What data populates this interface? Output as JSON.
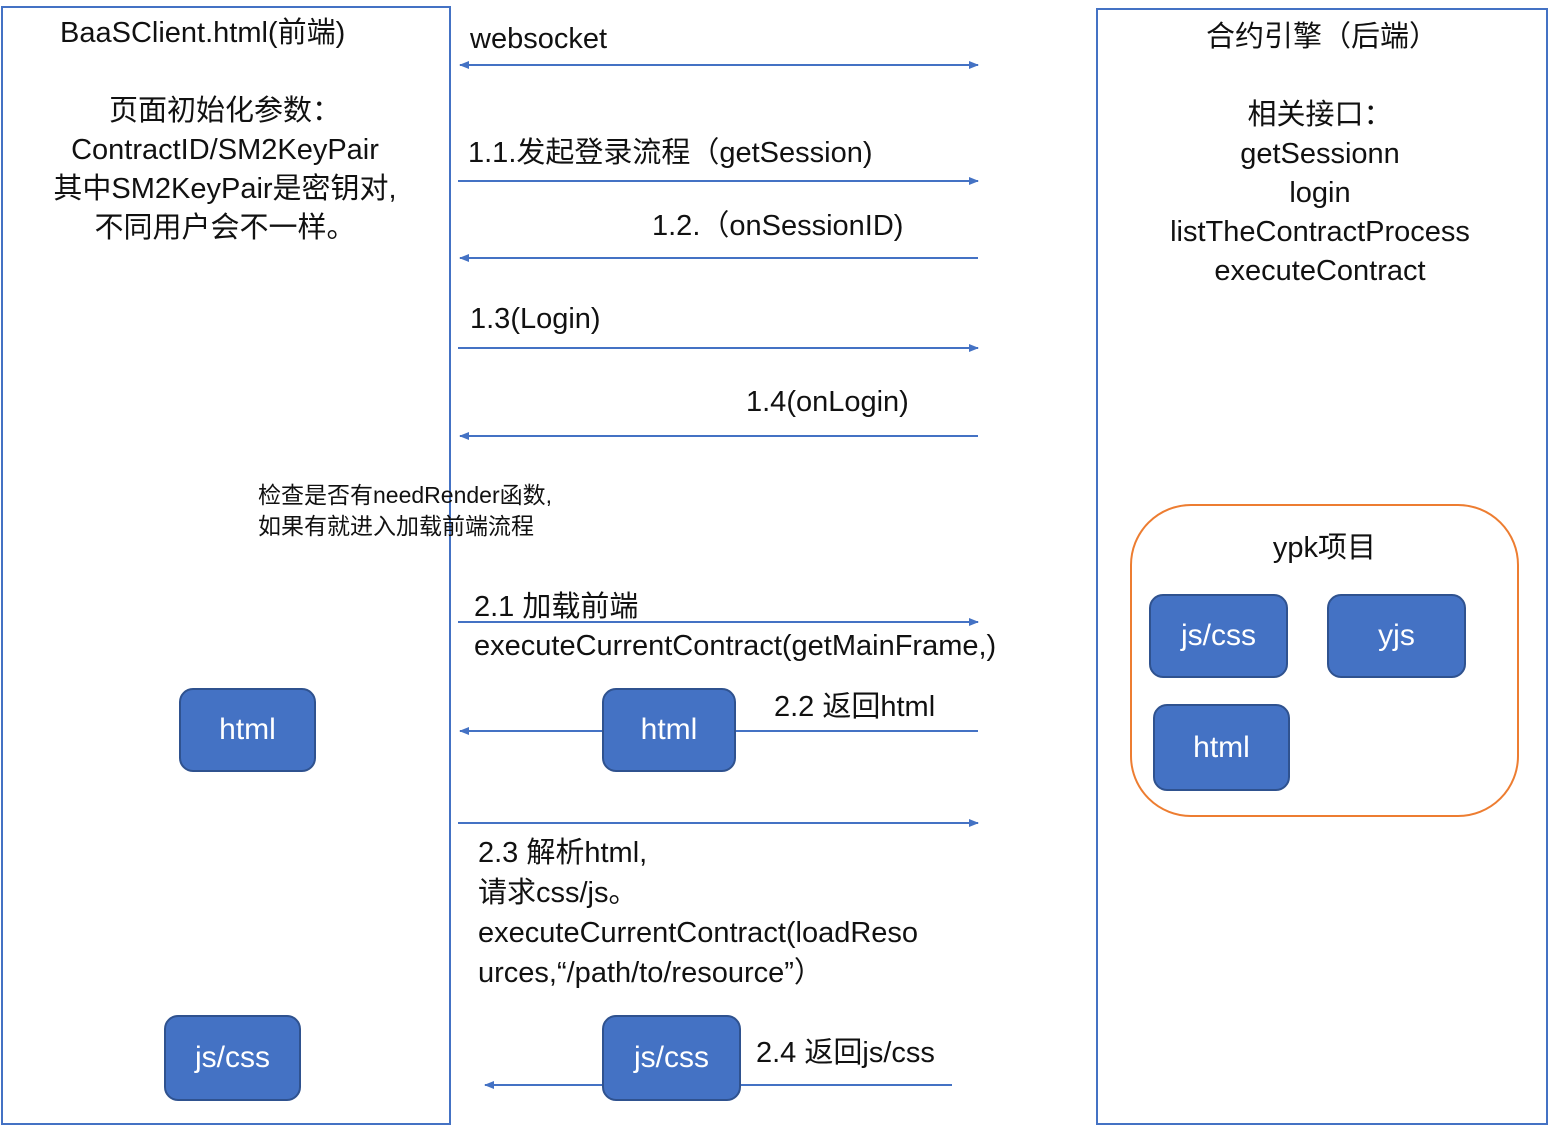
{
  "colors": {
    "line": "#4472C4",
    "box_fill": "#4472C4",
    "box_border": "#2F528F",
    "group_border": "#ED7D31"
  },
  "frontend": {
    "title": "BaaSClient.html(前端)",
    "params_lines": [
      "页面初始化参数：",
      "ContractID/SM2KeyPair",
      "其中SM2KeyPair是密钥对,",
      "不同用户会不一样。"
    ],
    "html_box": "html",
    "jscss_box": "js/css"
  },
  "backend": {
    "title": "合约引擎（后端）",
    "api_lines": [
      "相关接口：",
      "getSessionn",
      "login",
      "listTheContractProcess",
      "executeContract"
    ],
    "ypk": {
      "title": "ypk项目",
      "items": [
        "js/css",
        "yjs",
        "html"
      ]
    }
  },
  "messages": {
    "websocket": "websocket",
    "m1_1": "1.1.发起登录流程（getSession)",
    "m1_2": "1.2.（onSessionID)",
    "m1_3": "1.3(Login)",
    "m1_4": "1.4(onLogin)",
    "note": [
      "检查是否有needRender函数,",
      "如果有就进入加载前端流程"
    ],
    "m2_1": [
      "2.1 加载前端",
      "executeCurrentContract(getMainFrame,)"
    ],
    "m2_2": "2.2 返回html",
    "m2_2_box": "html",
    "m2_3": [
      "2.3 解析html,",
      "请求css/js。",
      "executeCurrentContract(loadReso",
      "urces,“/path/to/resource”）"
    ],
    "m2_4": "2.4 返回js/css",
    "m2_4_box": "js/css"
  }
}
